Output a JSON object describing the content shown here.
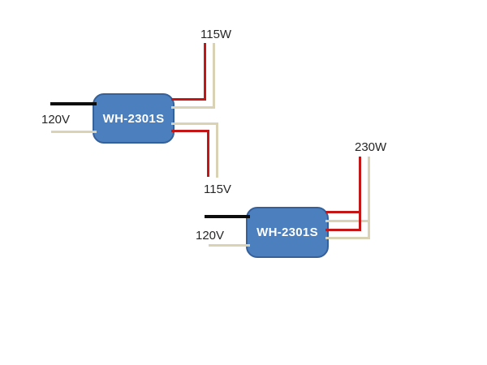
{
  "colors": {
    "canvas_bg": "#ffffff",
    "hot_wire": "#c41616",
    "neutral_wire": "#d9d2b4",
    "line_wire": "#0d0d0d",
    "module_fill": "#4c7fbe",
    "module_border": "#36609a",
    "module_text": "#ffffff",
    "label_text": "#262626"
  },
  "circuits": [
    {
      "module_label": "WH-2301S",
      "input_label": "120V",
      "output_top_label": "115W",
      "output_bottom_label": "115V"
    },
    {
      "module_label": "WH-2301S",
      "input_label": "120V",
      "output_label": "230W"
    }
  ]
}
